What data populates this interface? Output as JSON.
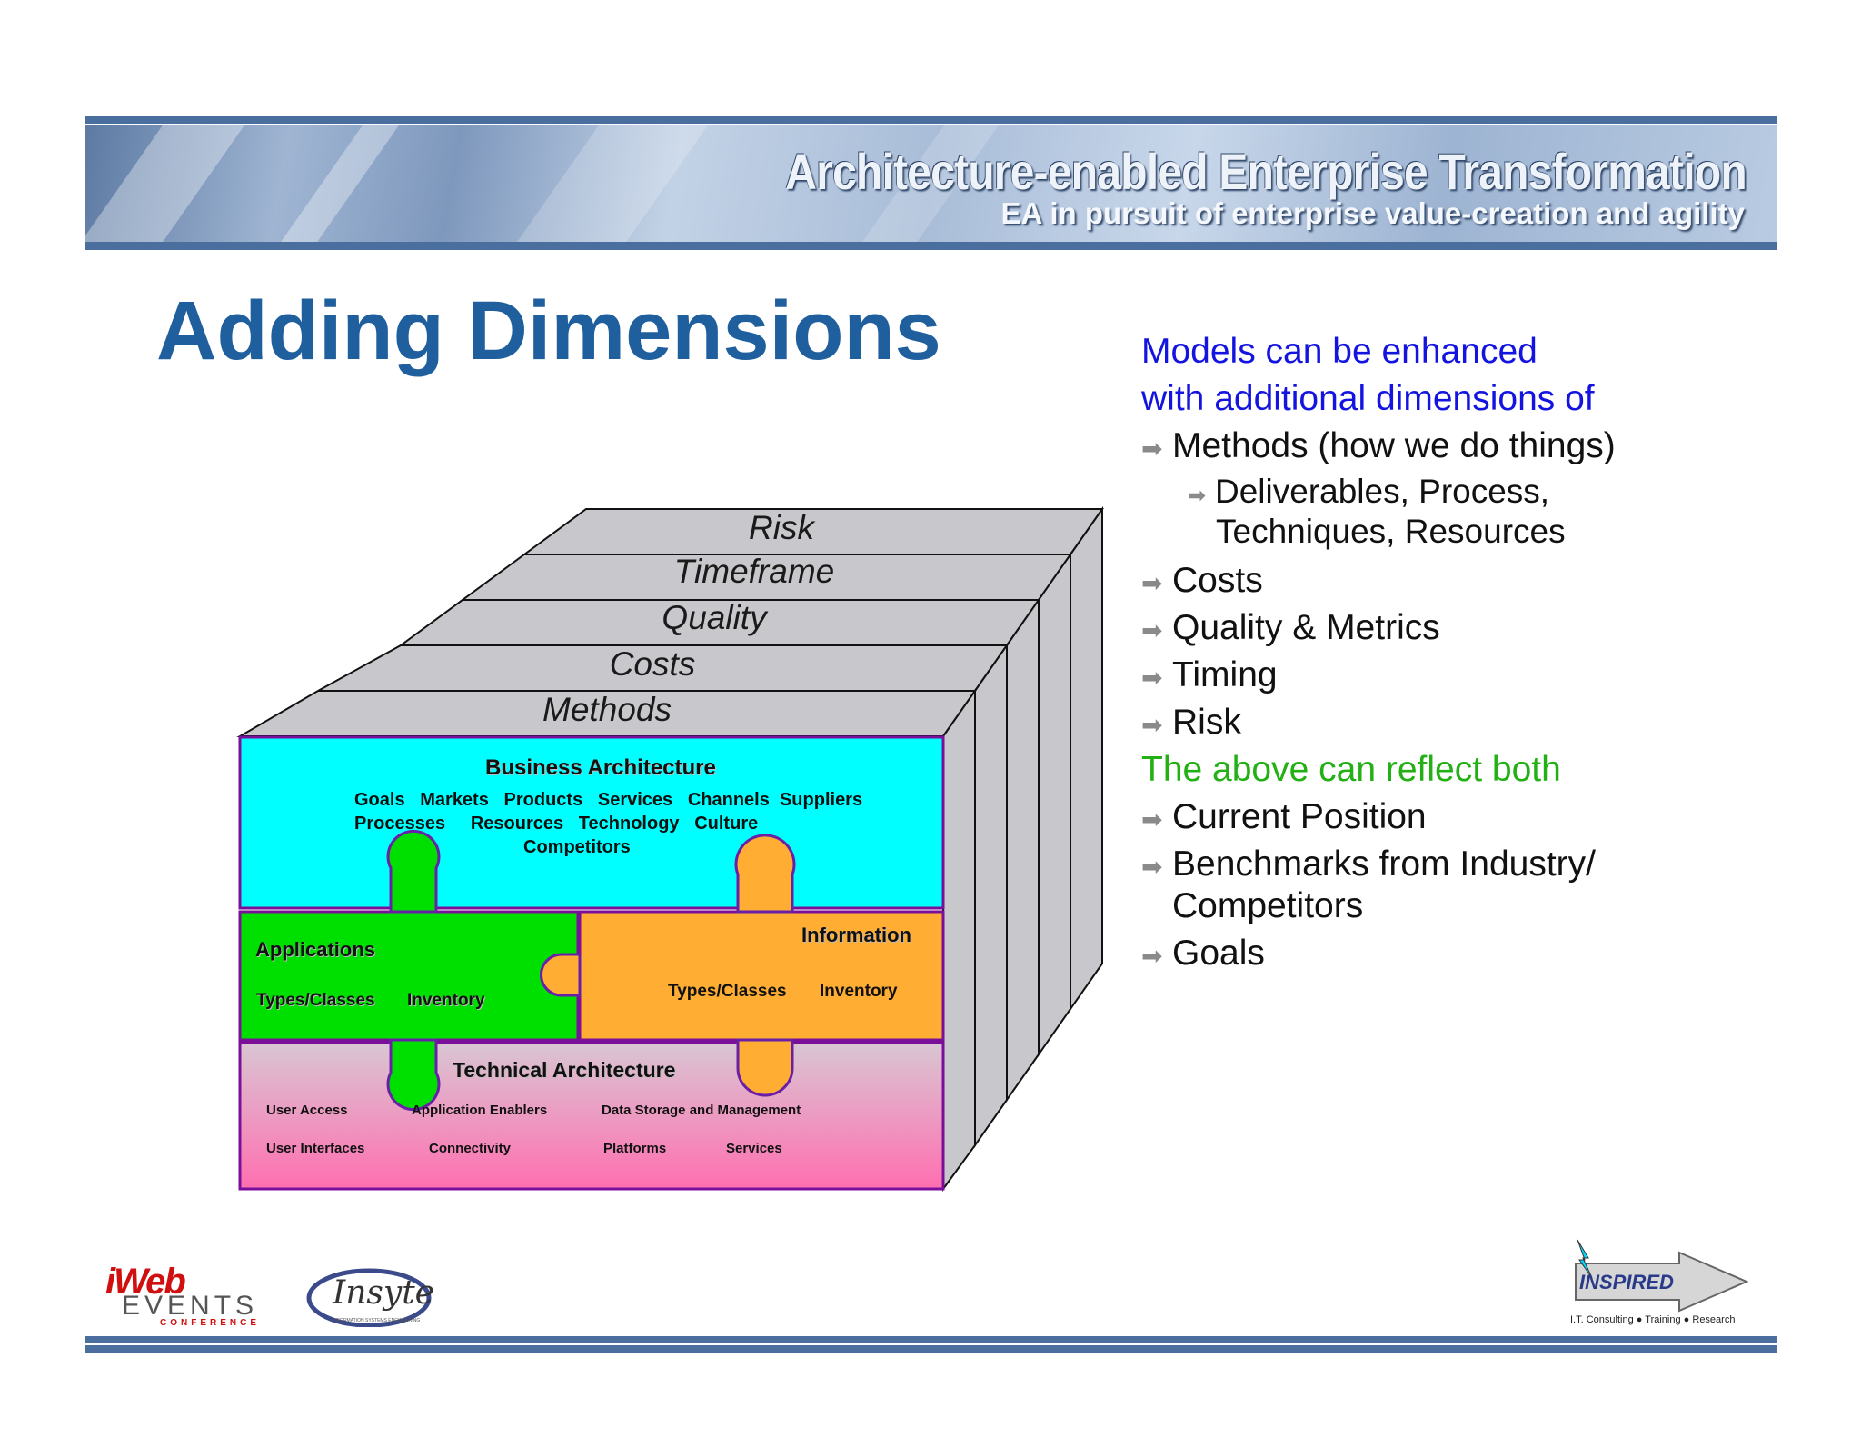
{
  "header": {
    "title": "Architecture-enabled Enterprise Transformation",
    "subtitle": "EA in pursuit of enterprise value-creation and agility"
  },
  "slide_title": "Adding Dimensions",
  "diagram": {
    "layers": [
      "Risk",
      "Timeframe",
      "Quality",
      "Costs",
      "Methods"
    ],
    "business": {
      "title": "Business Architecture",
      "line1": "Goals   Markets   Products   Services   Channels  Suppliers",
      "line2": "Processes     Resources   Technology   Culture",
      "line3": "Competitors"
    },
    "applications": {
      "title": "Applications",
      "types": "Types/Classes",
      "inventory": "Inventory"
    },
    "information": {
      "title": "Information",
      "types": "Types/Classes",
      "inventory": "Inventory"
    },
    "technical": {
      "title": "Technical Architecture",
      "user_access": "User Access",
      "app_enablers": "Application Enablers",
      "data_storage": "Data Storage and Management",
      "user_interfaces": "User Interfaces",
      "connectivity": "Connectivity",
      "platforms": "Platforms",
      "services": "Services"
    },
    "colors": {
      "business": "#00ffff",
      "applications": "#00e000",
      "information": "#ffad33",
      "technical_top": "#d9c6d3",
      "technical_bottom": "#ff6fb0",
      "border": "#7a0f9a",
      "slab": "#c8c8cc"
    }
  },
  "right_text": {
    "intro_line1": "Models can be enhanced",
    "intro_line2": "with additional dimensions of",
    "items": [
      "Methods (how we do things)",
      "Costs",
      "Quality & Metrics",
      "Timing",
      "Risk"
    ],
    "sub_line1": "Deliverables, Process,",
    "sub_line2": "Techniques, Resources",
    "reflect": "The above can reflect both",
    "items2": [
      "Current Position",
      "Benchmarks from Industry/",
      "Competitors",
      "Goals"
    ],
    "arrow": "➡"
  },
  "footer": {
    "iweb_logo": "iWeb",
    "events": "EVENTS",
    "conference": "CONFERENCE",
    "insyte": "Insyte",
    "insyte_tag": "INFORMATION SYSTEMS ENGINEERING",
    "inspired": "INSPIRED",
    "inspired_tag1": "I.T. Consulting",
    "inspired_tag2": "Training",
    "inspired_tag3": "Research"
  }
}
